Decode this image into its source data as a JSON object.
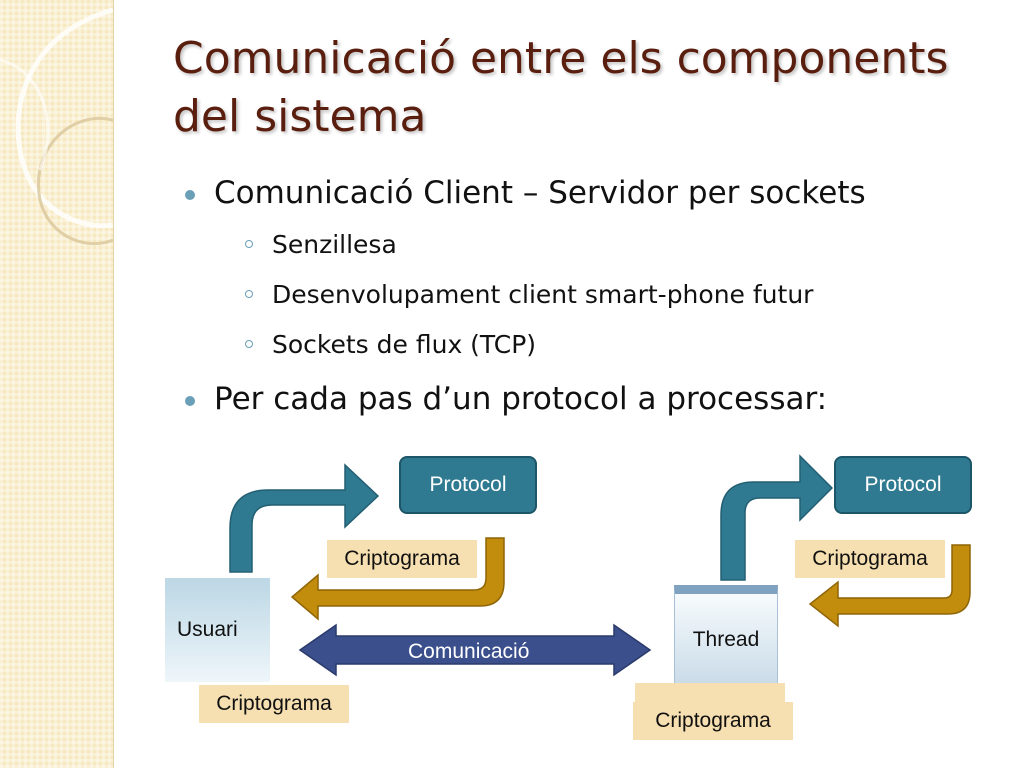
{
  "slide": {
    "title": "Comunicació entre els components del sistema",
    "bullets": [
      {
        "text": "Comunicació Client – Servidor per sockets",
        "subitems": [
          "Senzillesa",
          "Desenvolupament client smart-phone futur",
          "Sockets de flux (TCP)"
        ]
      },
      {
        "text": "Per cada pas d’un protocol a processar:"
      }
    ]
  },
  "diagram": {
    "left": {
      "protocol": "Protocol",
      "criptograma_upper": "Criptograma",
      "usuari": "Usuari",
      "criptograma_lower": "Criptograma"
    },
    "link": {
      "label": "Comunicació"
    },
    "right": {
      "protocol": "Protocol",
      "criptograma_upper": "Criptograma",
      "thread": "Thread",
      "criptograma_lower": "Criptograma"
    }
  },
  "colors": {
    "title": "#5a1e0f",
    "teal": "#2f7a91",
    "gold": "#c28d0d",
    "navy": "#3a4f8c",
    "label_bg": "#f6dfb0"
  }
}
